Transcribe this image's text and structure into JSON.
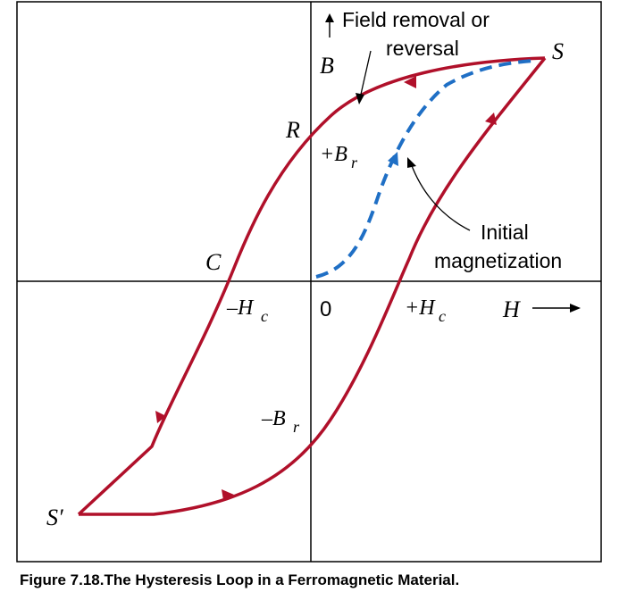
{
  "labels": {
    "s": "S",
    "s_prime": "S′",
    "r": "R",
    "c": "C",
    "b_axis": "B",
    "h_axis": "H",
    "plus_br_sign": "+B",
    "plus_br_sub": "r",
    "minus_br_sign": "–B",
    "minus_br_sub": "r",
    "minus_hc_sign": "–H",
    "minus_hc_sub": "c",
    "plus_hc_sign": "+H",
    "plus_hc_sub": "c",
    "origin": "0",
    "field_removal_line1": "Field removal or",
    "field_removal_line2": "reversal",
    "initial_line1": "Initial",
    "initial_line2": "magnetization"
  },
  "caption": "Figure 7.18.The Hysteresis Loop in a Ferromagnetic Material.",
  "colors": {
    "loop": "#b0102a",
    "initial_curve": "#1f6fc5",
    "axes": "#000000",
    "frame": "#000000"
  },
  "icons": {
    "b_axis_arrow": "arrow-up-icon",
    "h_axis_arrow": "arrow-right-icon"
  }
}
